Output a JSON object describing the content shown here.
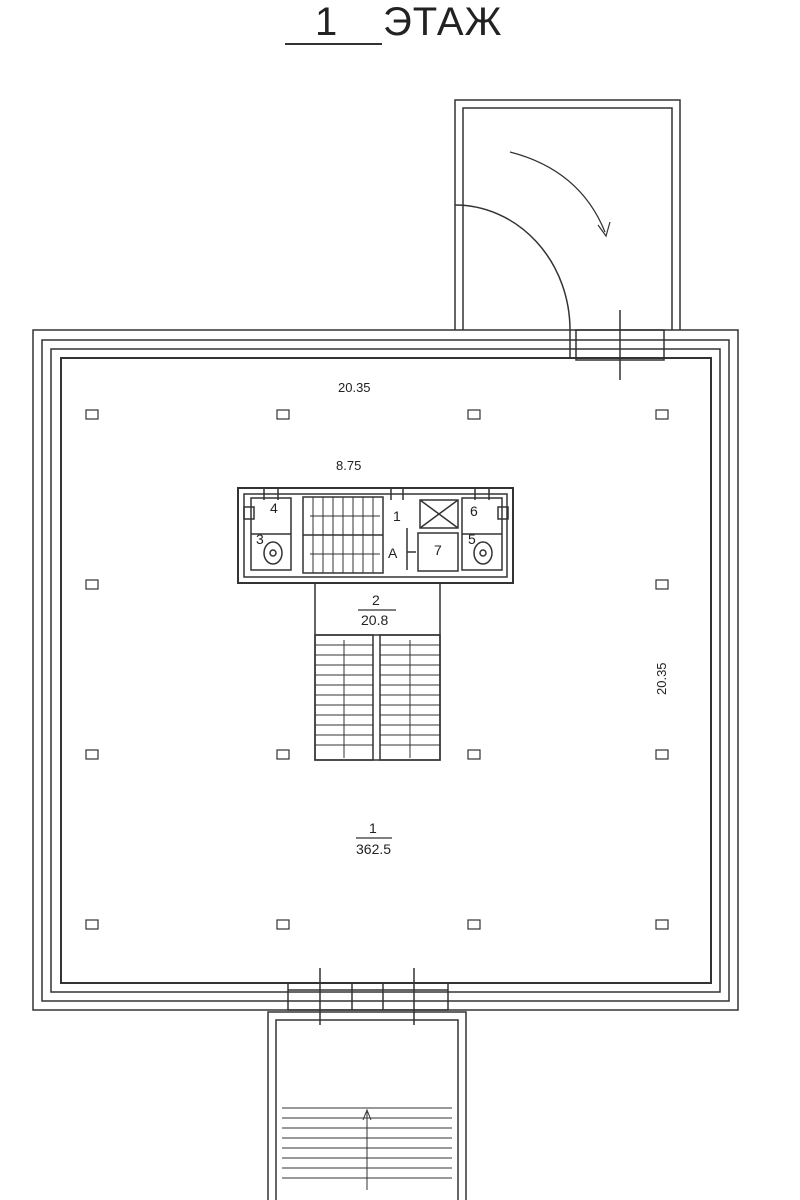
{
  "title": {
    "number": "1",
    "word": "ЭТАЖ"
  },
  "dimensions": {
    "top_width": "20.35",
    "right_height": "20.35",
    "core_width": "8.75"
  },
  "rooms": [
    {
      "number": "1",
      "area": "362.5"
    },
    {
      "number": "2",
      "area": "20.8"
    }
  ],
  "core_labels": [
    "1",
    "3",
    "4",
    "5",
    "6",
    "7",
    "A"
  ]
}
